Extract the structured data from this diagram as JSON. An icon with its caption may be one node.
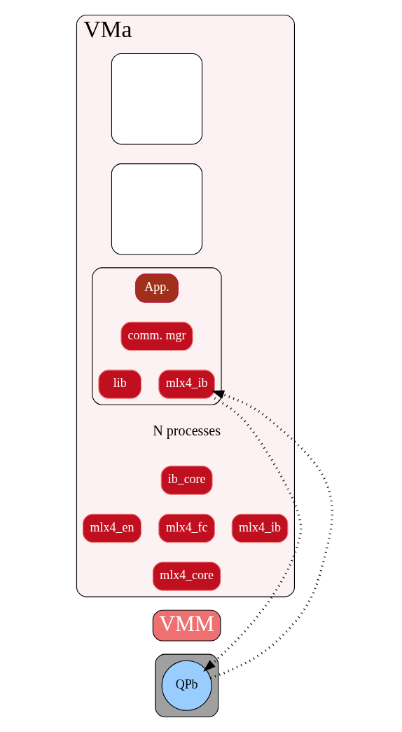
{
  "diagram": {
    "nodes": [
      {
        "text": [
          "VMa"
        ]
      },
      {
        "text": [],
        "shape": "box",
        "in": 0
      },
      {
        "text": [],
        "shape": "box",
        "in": 0
      },
      {
        "text": [],
        "shape": "box",
        "in": 0
      },
      {
        "text": [
          "App."
        ],
        "in": 3
      },
      {
        "text": [
          "comm. mgr"
        ],
        "in": 3
      },
      {
        "text": [
          "lib"
        ],
        "in": 3
      },
      {
        "text": [
          "mlx4_ib"
        ],
        "in": 3
      },
      {
        "text": [
          "ib_core"
        ],
        "in": 0
      },
      {
        "text": [
          "mlx4_en"
        ],
        "in": 0
      },
      {
        "text": [
          "mlx4_fc"
        ],
        "in": 0
      },
      {
        "text": [
          "mlx4_ib"
        ],
        "in": 0
      },
      {
        "text": [
          "mlx4_core"
        ],
        "in": 0
      },
      {
        "text": [
          "VMM"
        ]
      },
      {
        "text": [],
        "shape": "box"
      },
      {
        "text": [
          "QPb"
        ],
        "in": 14
      }
    ],
    "edges": [
      {
        "from": 15,
        "to": 7,
        "arrow": "to",
        "style": "dashed"
      },
      {
        "from": 7,
        "to": 15,
        "arrow": "to",
        "style": "dashed"
      }
    ],
    "labels": [
      "N processes"
    ]
  }
}
